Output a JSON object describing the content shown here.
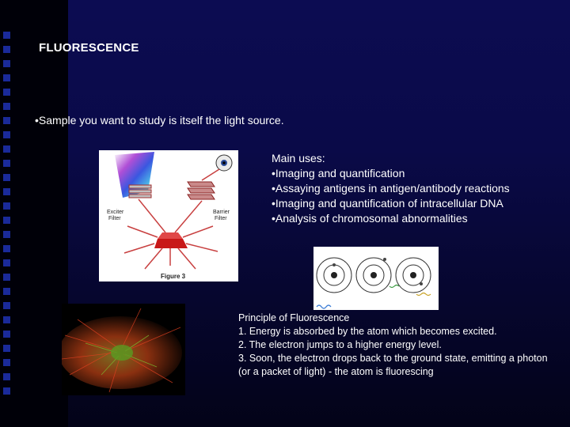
{
  "slide": {
    "title": "FLUORESCENCE",
    "intro_bullet": "•Sample you want to study is itself the light source."
  },
  "main_uses": {
    "heading": "Main uses:",
    "items": [
      "•Imaging and quantification",
      "•Assaying antigens in antigen/antibody reactions",
      "•Imaging and quantification of intracellular DNA",
      "•Analysis of chromosomal abnormalities"
    ]
  },
  "principle": {
    "heading": "Principle of Fluorescence",
    "steps": [
      "1. Energy is absorbed by the atom which becomes excited.",
      "2. The electron jumps to a higher energy level.",
      "3. Soon, the electron drops back to the ground state, emitting a photon (or a packet of light) - the atom is fluorescing"
    ]
  },
  "figure": {
    "caption": "Figure 3",
    "exciter_label_1": "Exciter",
    "exciter_label_2": "Filter",
    "barrier_label_1": "Barrier",
    "barrier_label_2": "Filter"
  },
  "colors": {
    "background": "#0a0a48",
    "strip": "#000008",
    "square": "#1a2a9a",
    "text": "#ffffff"
  }
}
